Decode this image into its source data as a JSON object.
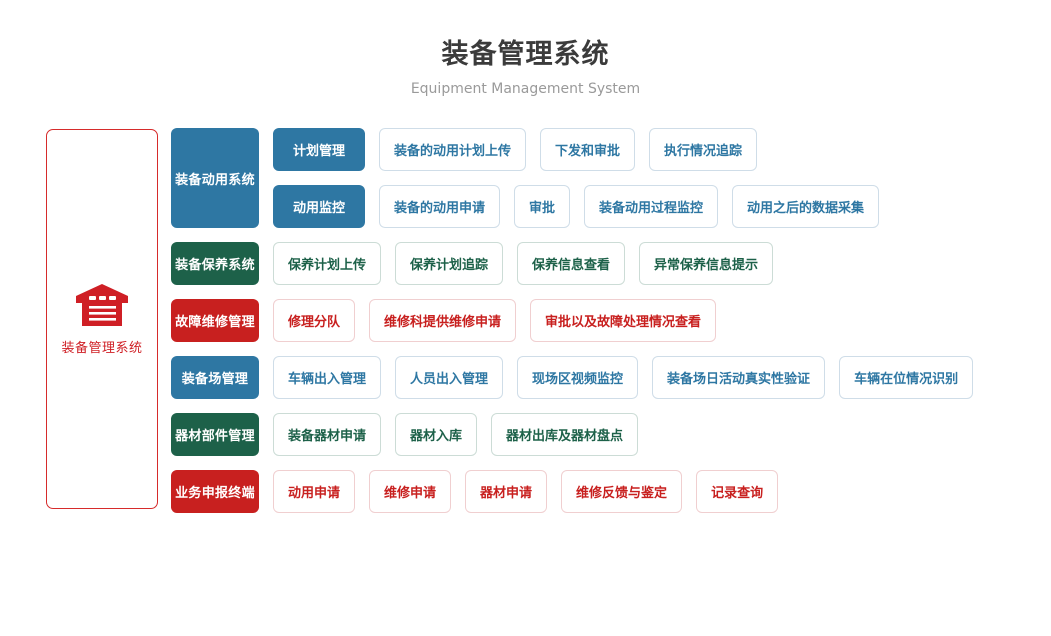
{
  "header": {
    "title": "装备管理系统",
    "subtitle": "Equipment Management System"
  },
  "hero": {
    "icon": "warehouse-icon",
    "label": "装备管理系统",
    "border_color": "#d62b2b",
    "text_color": "#cf1f25"
  },
  "colors": {
    "blue": "#2e77a3",
    "green": "#1d6149",
    "red": "#c8201f"
  },
  "rows": [
    {
      "category": "装备动用系统",
      "color": "blue",
      "groups": [
        {
          "label": "计划管理",
          "items": [
            "装备的动用计划上传",
            "下发和审批",
            "执行情况追踪"
          ]
        },
        {
          "label": "动用监控",
          "items": [
            "装备的动用申请",
            "审批",
            "装备动用过程监控",
            "动用之后的数据采集"
          ]
        }
      ]
    },
    {
      "category": "装备保养系统",
      "color": "green",
      "items": [
        "保养计划上传",
        "保养计划追踪",
        "保养信息查看",
        "异常保养信息提示"
      ]
    },
    {
      "category": "故障维修管理",
      "color": "red",
      "items": [
        "修理分队",
        "维修科提供维修申请",
        "审批以及故障处理情况查看"
      ]
    },
    {
      "category": "装备场管理",
      "color": "blue",
      "items": [
        "车辆出入管理",
        "人员出入管理",
        "现场区视频监控",
        "装备场日活动真实性验证",
        "车辆在位情况识别"
      ]
    },
    {
      "category": "器材部件管理",
      "color": "green",
      "items": [
        "装备器材申请",
        "器材入库",
        "器材出库及器材盘点"
      ]
    },
    {
      "category": "业务申报终端",
      "color": "red",
      "items": [
        "动用申请",
        "维修申请",
        "器材申请",
        "维修反馈与鉴定",
        "记录查询"
      ]
    }
  ]
}
